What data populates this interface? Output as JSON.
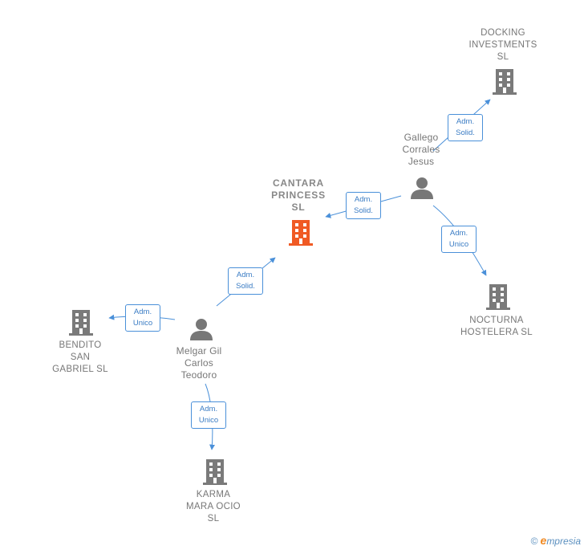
{
  "colors": {
    "edge": "#4a90d9",
    "company": "#7a7a7a",
    "focus": "#f05a24",
    "person": "#777777"
  },
  "companies": [
    {
      "id": "cantara",
      "label": "CANTARA\nPRINCESS\nSL",
      "focus": true,
      "icon": "building-icon"
    },
    {
      "id": "docking",
      "label": "DOCKING\nINVESTMENTS\nSL",
      "focus": false,
      "icon": "building-icon"
    },
    {
      "id": "nocturna",
      "label": "NOCTURNA\nHOSTELERA SL",
      "focus": false,
      "icon": "building-icon"
    },
    {
      "id": "bendito",
      "label": "BENDITO\nSAN\nGABRIEL  SL",
      "focus": false,
      "icon": "building-icon"
    },
    {
      "id": "karma",
      "label": "KARMA\nMARA OCIO\nSL",
      "focus": false,
      "icon": "building-icon"
    }
  ],
  "people": [
    {
      "id": "gallego",
      "label": "Gallego\nCorrales\nJesus",
      "icon": "person-icon"
    },
    {
      "id": "melgar",
      "label": "Melgar Gil\nCarlos\nTeodoro",
      "icon": "person-icon"
    }
  ],
  "relations": [
    {
      "id": "gallego-docking",
      "line1": "Adm.",
      "line2": "Solid."
    },
    {
      "id": "gallego-cantara",
      "line1": "Adm.",
      "line2": "Solid."
    },
    {
      "id": "gallego-nocturna",
      "line1": "Adm.",
      "line2": "Unico"
    },
    {
      "id": "melgar-cantara",
      "line1": "Adm.",
      "line2": "Solid."
    },
    {
      "id": "melgar-bendito",
      "line1": "Adm.",
      "line2": "Unico"
    },
    {
      "id": "melgar-karma",
      "line1": "Adm.",
      "line2": "Unico"
    }
  ],
  "footer": {
    "copyright": "©",
    "brand_initial": "e",
    "brand_rest": "mpresia"
  }
}
